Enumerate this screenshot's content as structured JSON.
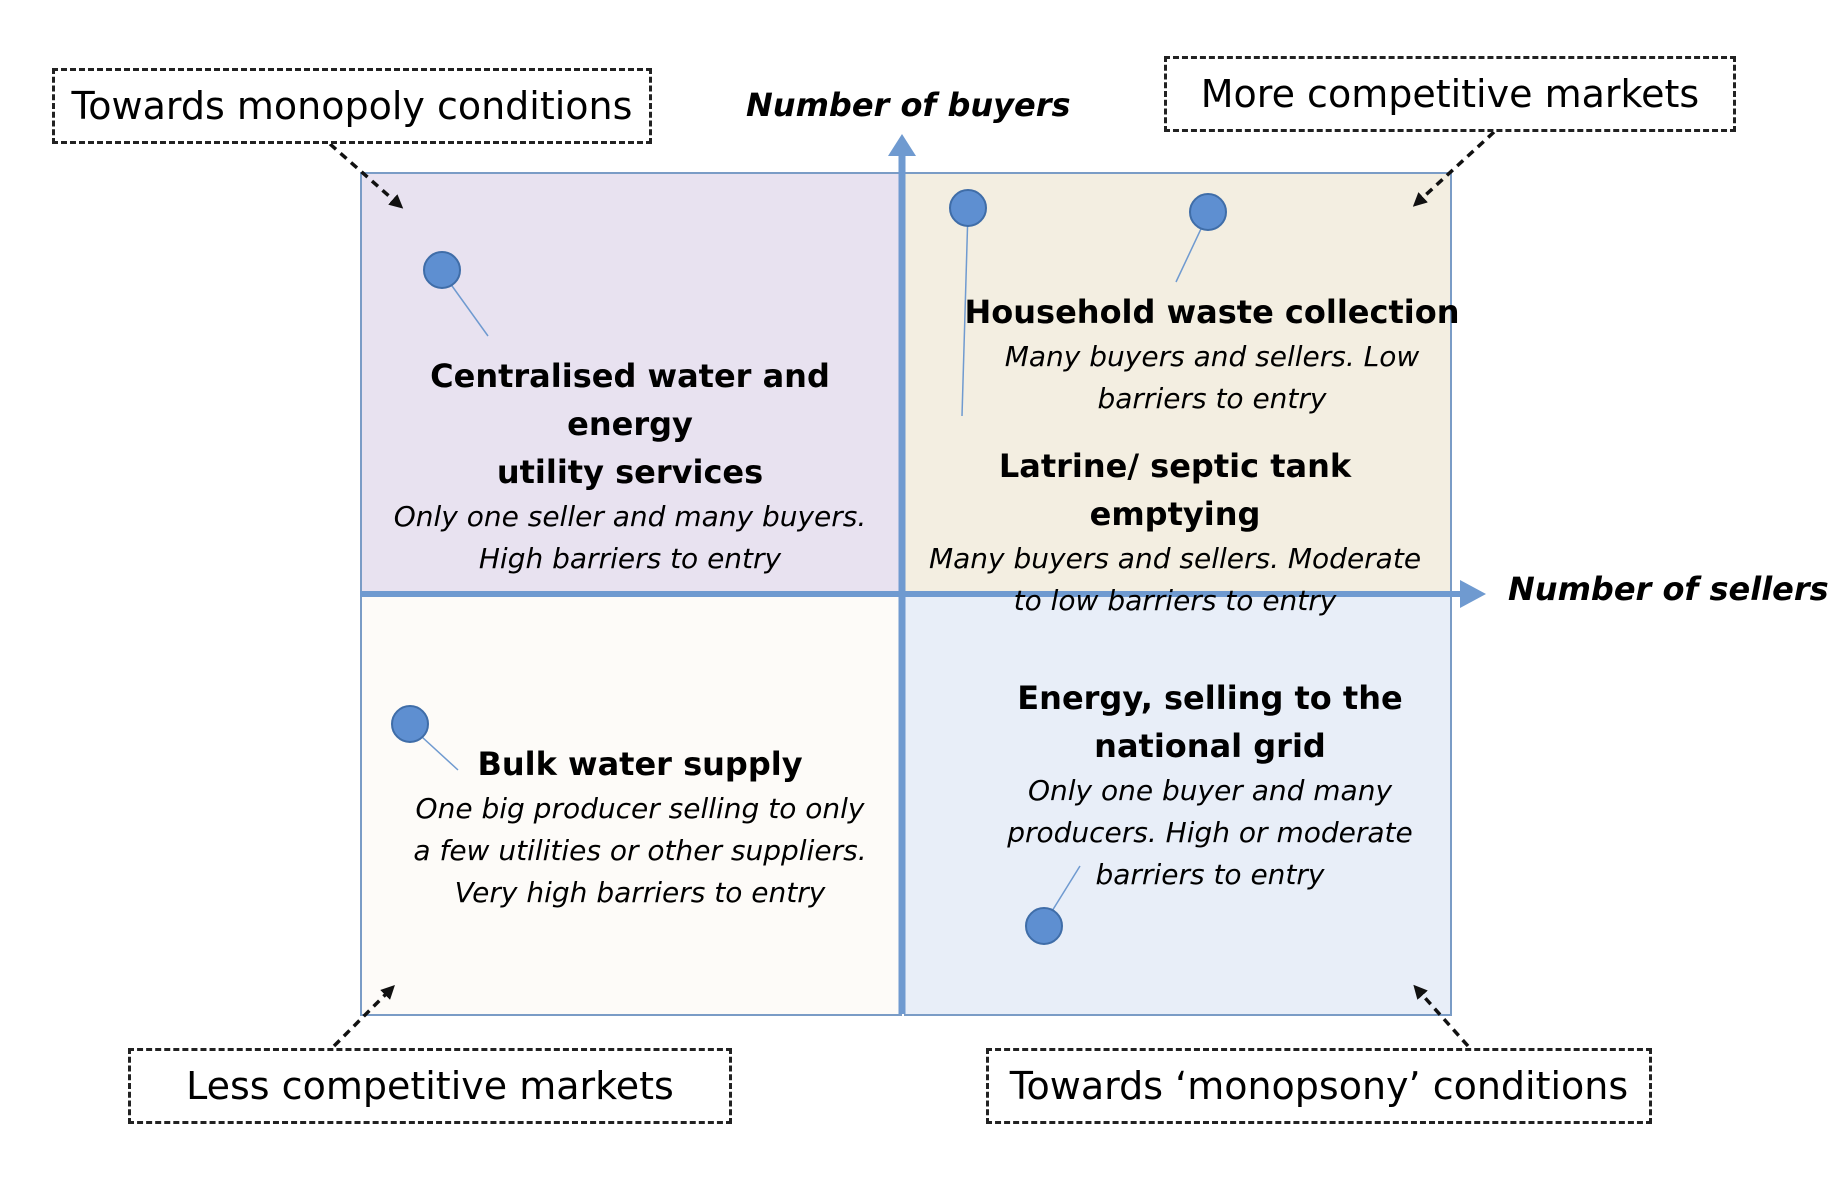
{
  "boxes": {
    "top_left": "Towards monopoly conditions",
    "top_right": "More competitive markets",
    "bottom_left": "Less competitive markets",
    "bottom_right": "Towards ‘monopsony’ conditions"
  },
  "axes": {
    "y_label": "Number of buyers",
    "x_label": "Number of sellers"
  },
  "items": {
    "centralised": {
      "title_line1": "Centralised water and energy",
      "title_line2": "utility services",
      "desc_line1": "Only one seller and many buyers.",
      "desc_line2": "High barriers to entry"
    },
    "household": {
      "title": "Household waste collection",
      "desc_line1": "Many buyers and sellers. Low",
      "desc_line2": "barriers to entry"
    },
    "latrine": {
      "title": "Latrine/ septic tank emptying",
      "desc_line1": "Many buyers and sellers. Moderate",
      "desc_line2": "to low barriers to entry"
    },
    "bulk": {
      "title": "Bulk water supply",
      "desc_line1": "One big producer selling to only",
      "desc_line2": "a few utilities or other suppliers.",
      "desc_line3": "Very high barriers to entry"
    },
    "energy": {
      "title_line1": "Energy, selling to the",
      "title_line2": "national grid",
      "desc_line1": "Only one buyer and many",
      "desc_line2": "producers. High or moderate",
      "desc_line3": "barriers to entry"
    }
  },
  "colors": {
    "axis": "#6f9ad0",
    "pin": "#5e8fd1",
    "quadrant_top_left": "#e8e2f0",
    "quadrant_top_right": "#f3eee1",
    "quadrant_bottom_left": "#fdfbf8",
    "quadrant_bottom_right": "#e8eef8"
  }
}
